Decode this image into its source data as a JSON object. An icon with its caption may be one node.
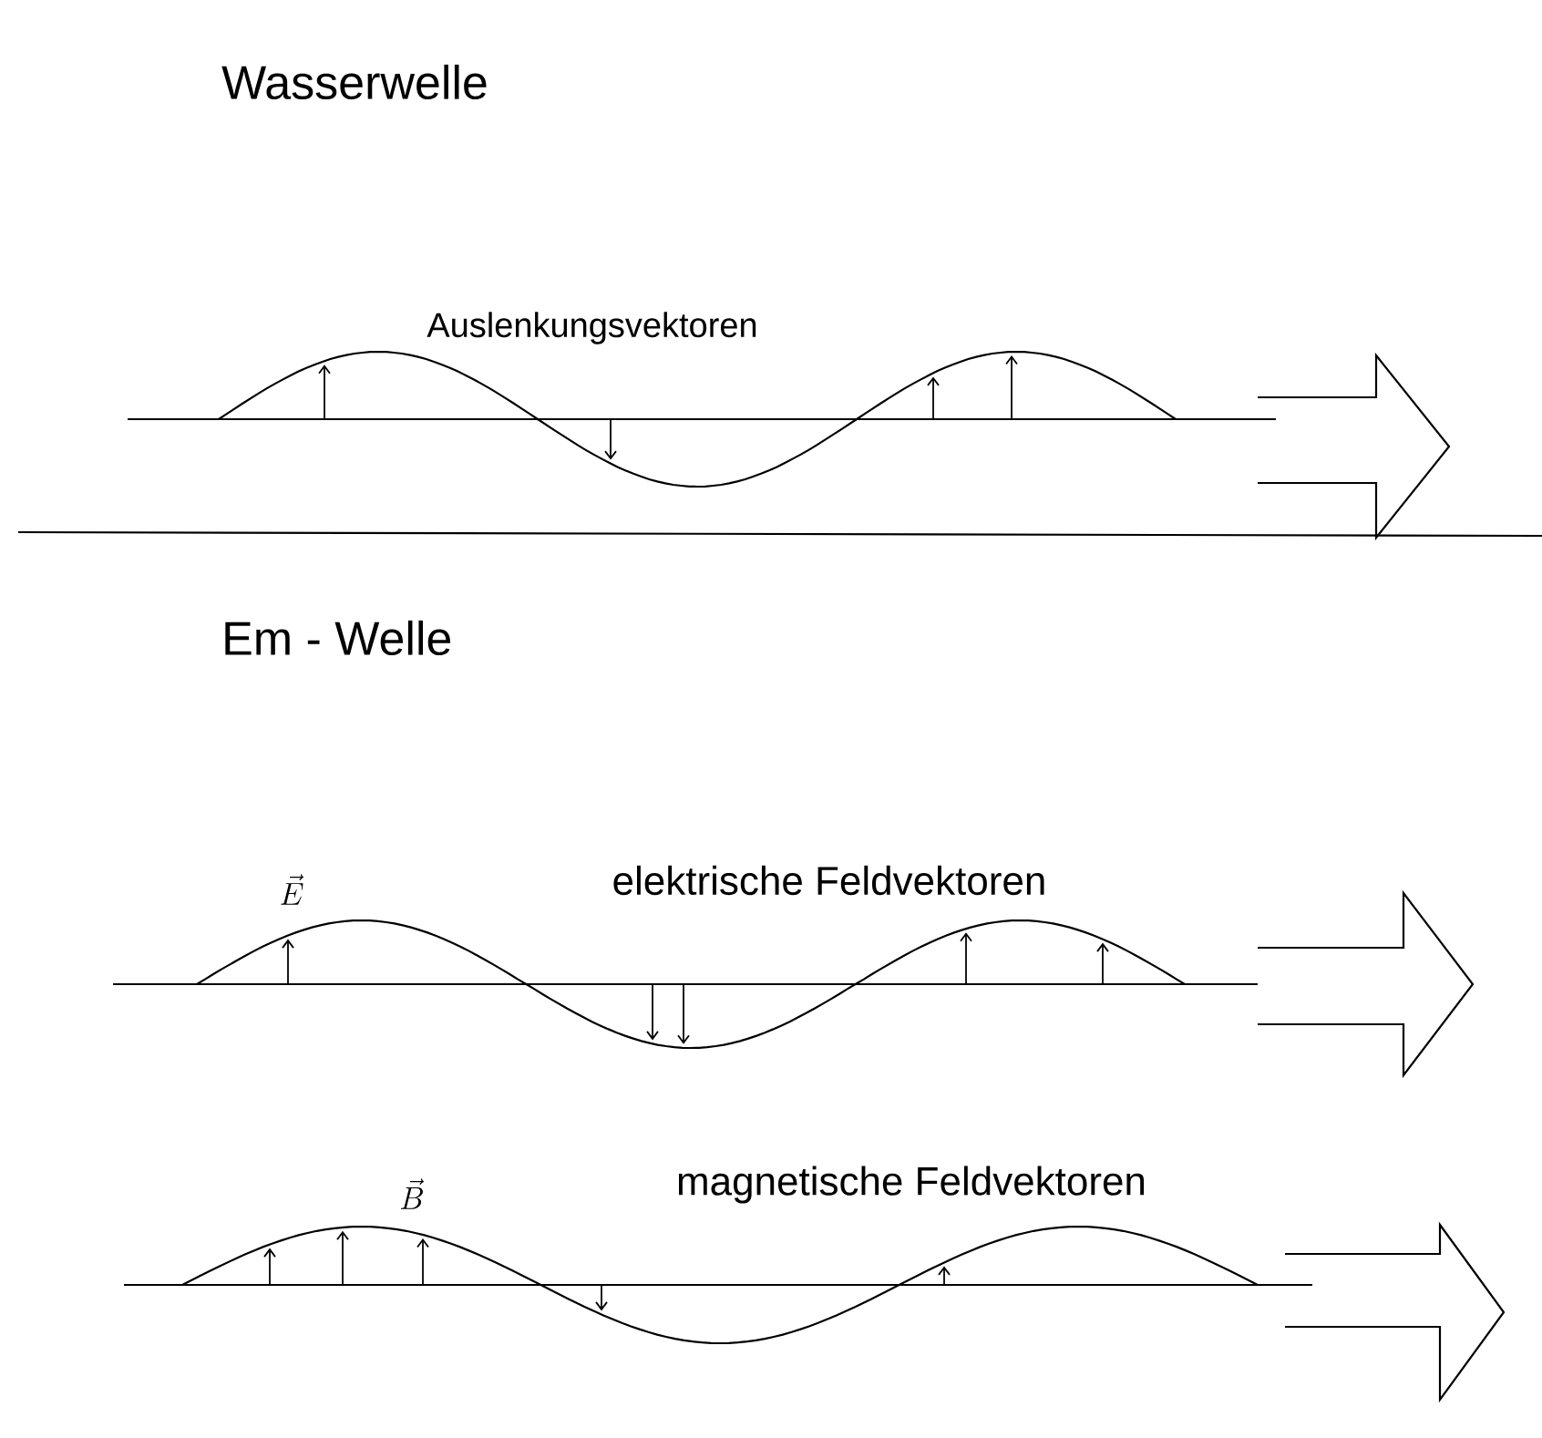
{
  "diagram": {
    "labels": [
      "Wasserwelle",
      "Auslenkungsvektoren",
      "Em - Welle",
      "\\vec{E}",
      "elektrische Feldvektoren",
      "\\vec{B}",
      "magnetische Feldvektoren"
    ]
  }
}
